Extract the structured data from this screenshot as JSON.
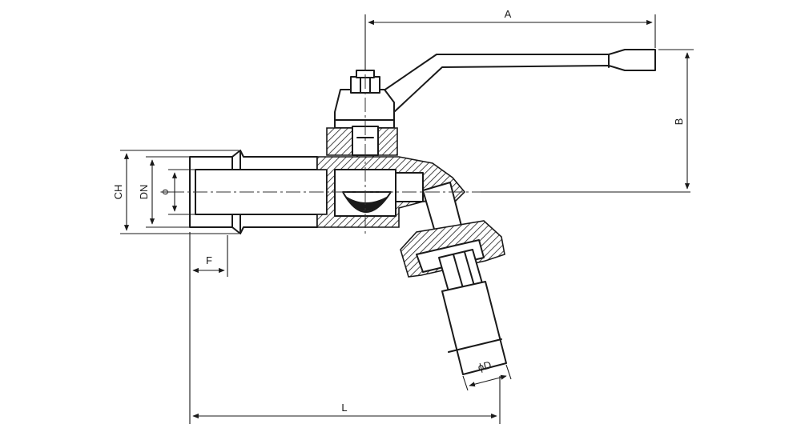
{
  "labels": {
    "A": "A",
    "B": "B",
    "CH": "CH",
    "DN": "DN",
    "phi_small": "ϕ",
    "F": "F",
    "L": "L",
    "phi_D": "ϕD"
  },
  "colors": {
    "line": "#1a1a1a",
    "background": "#ffffff"
  }
}
